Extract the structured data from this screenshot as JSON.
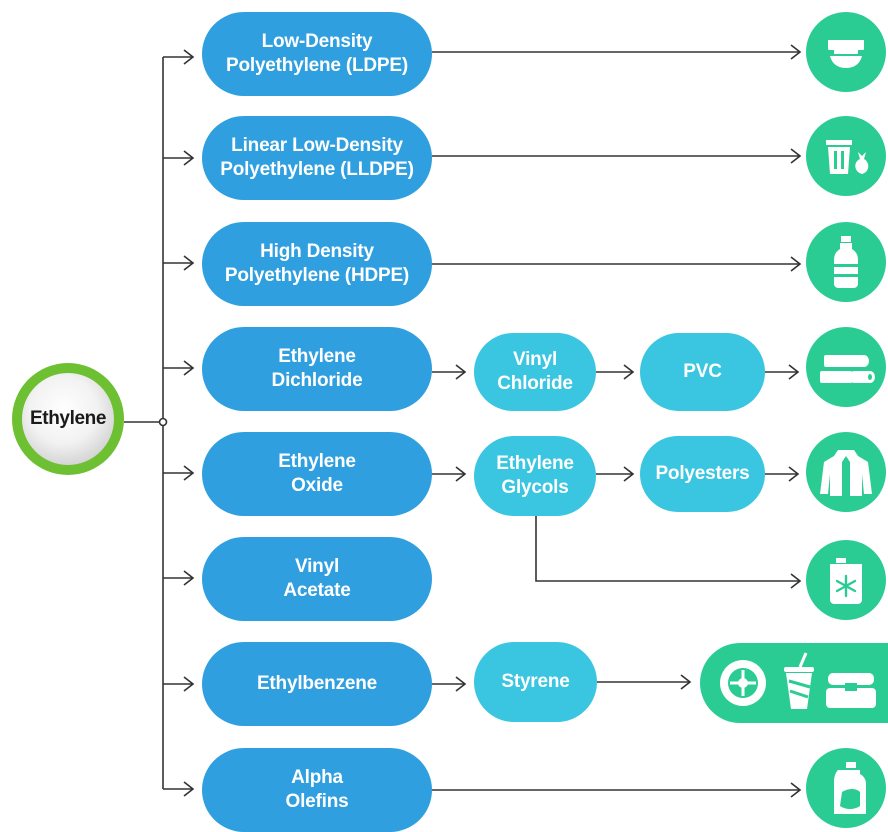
{
  "root": {
    "label": "Ethylene"
  },
  "derivatives": [
    {
      "label": "Low-Density\nPolyethylene (LDPE)",
      "end_icon": "diaper-icon"
    },
    {
      "label": "Linear Low-Density\nPolyethylene (LLDPE)",
      "end_icon": "trash-bag-icon"
    },
    {
      "label": "High Density\nPolyethylene (HDPE)",
      "end_icon": "bottle-icon"
    },
    {
      "label": "Ethylene\nDichloride",
      "end_icon": "pipes-icon"
    },
    {
      "label": "Ethylene\nOxide",
      "end_icon": "jacket-icon"
    },
    {
      "label": "Vinyl\nAcetate"
    },
    {
      "label": "Ethylbenzene",
      "end_icon": "tire-cup-container-icons"
    },
    {
      "label": "Alpha\nOlefins",
      "end_icon": "detergent-icon"
    }
  ],
  "intermediates": {
    "vinyl_chloride": "Vinyl\nChloride",
    "pvc": "PVC",
    "ethylene_glycols": "Ethylene\nGlycols",
    "polyesters": "Polyesters",
    "styrene": "Styrene"
  },
  "glycol_branch_icon": "antifreeze-icon",
  "colors": {
    "primary": "#2f9fe0",
    "secondary": "#3ac6e0",
    "icon": "#2bcc94",
    "root_ring": "#6ec033",
    "connector": "#333333"
  }
}
